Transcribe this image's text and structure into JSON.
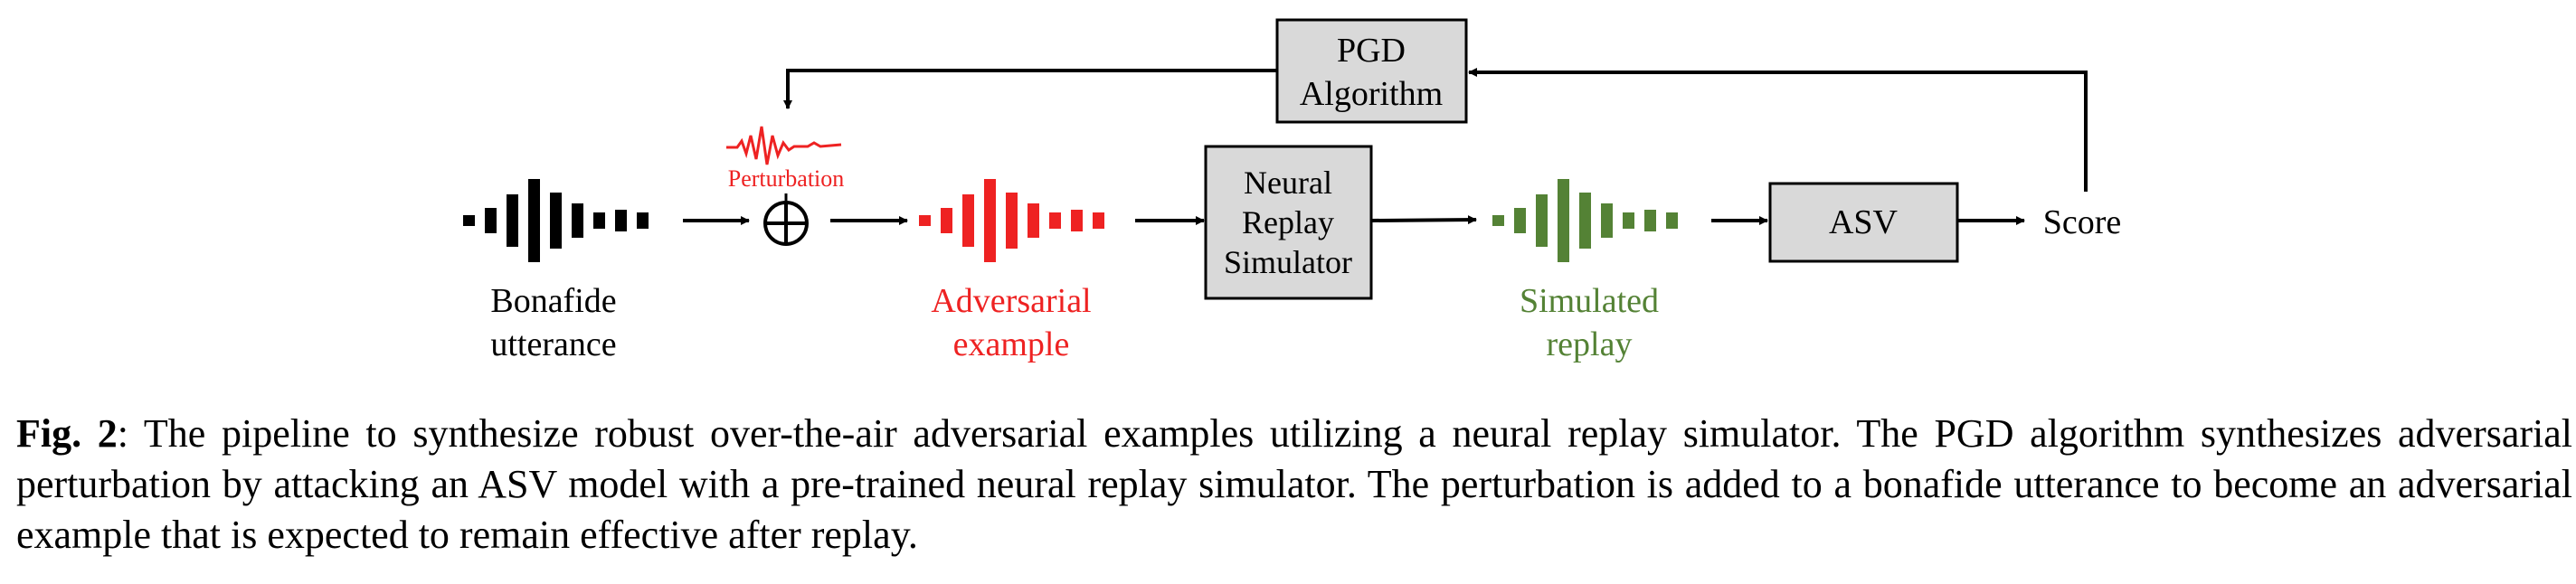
{
  "nodes": {
    "pgd": {
      "line1": "PGD",
      "line2": "Algorithm"
    },
    "replay_sim": {
      "line1": "Neural",
      "line2": "Replay",
      "line3": "Simulator"
    },
    "asv": {
      "label": "ASV"
    },
    "score": {
      "label": "Score"
    },
    "perturbation": {
      "label": "Perturbation"
    },
    "bonafide": {
      "line1": "Bonafide",
      "line2": "utterance"
    },
    "adversarial": {
      "line1": "Adversarial",
      "line2": "example"
    },
    "simulated": {
      "line1": "Simulated",
      "line2": "replay"
    }
  },
  "colors": {
    "bonafide": "#000000",
    "adversarial": "#ee2222",
    "simulated": "#548235",
    "box_fill": "#d9d9d9"
  },
  "caption": {
    "label": "Fig. 2",
    "text": ": The pipeline to synthesize robust over-the-air adversarial examples utilizing a neural replay simulator. The PGD algorithm synthesizes adversarial perturbation by attacking an ASV model with a pre-trained neural replay simulator.  The perturbation is added to a bonafide utterance to become an adversarial example that is expected to remain effective after replay."
  }
}
